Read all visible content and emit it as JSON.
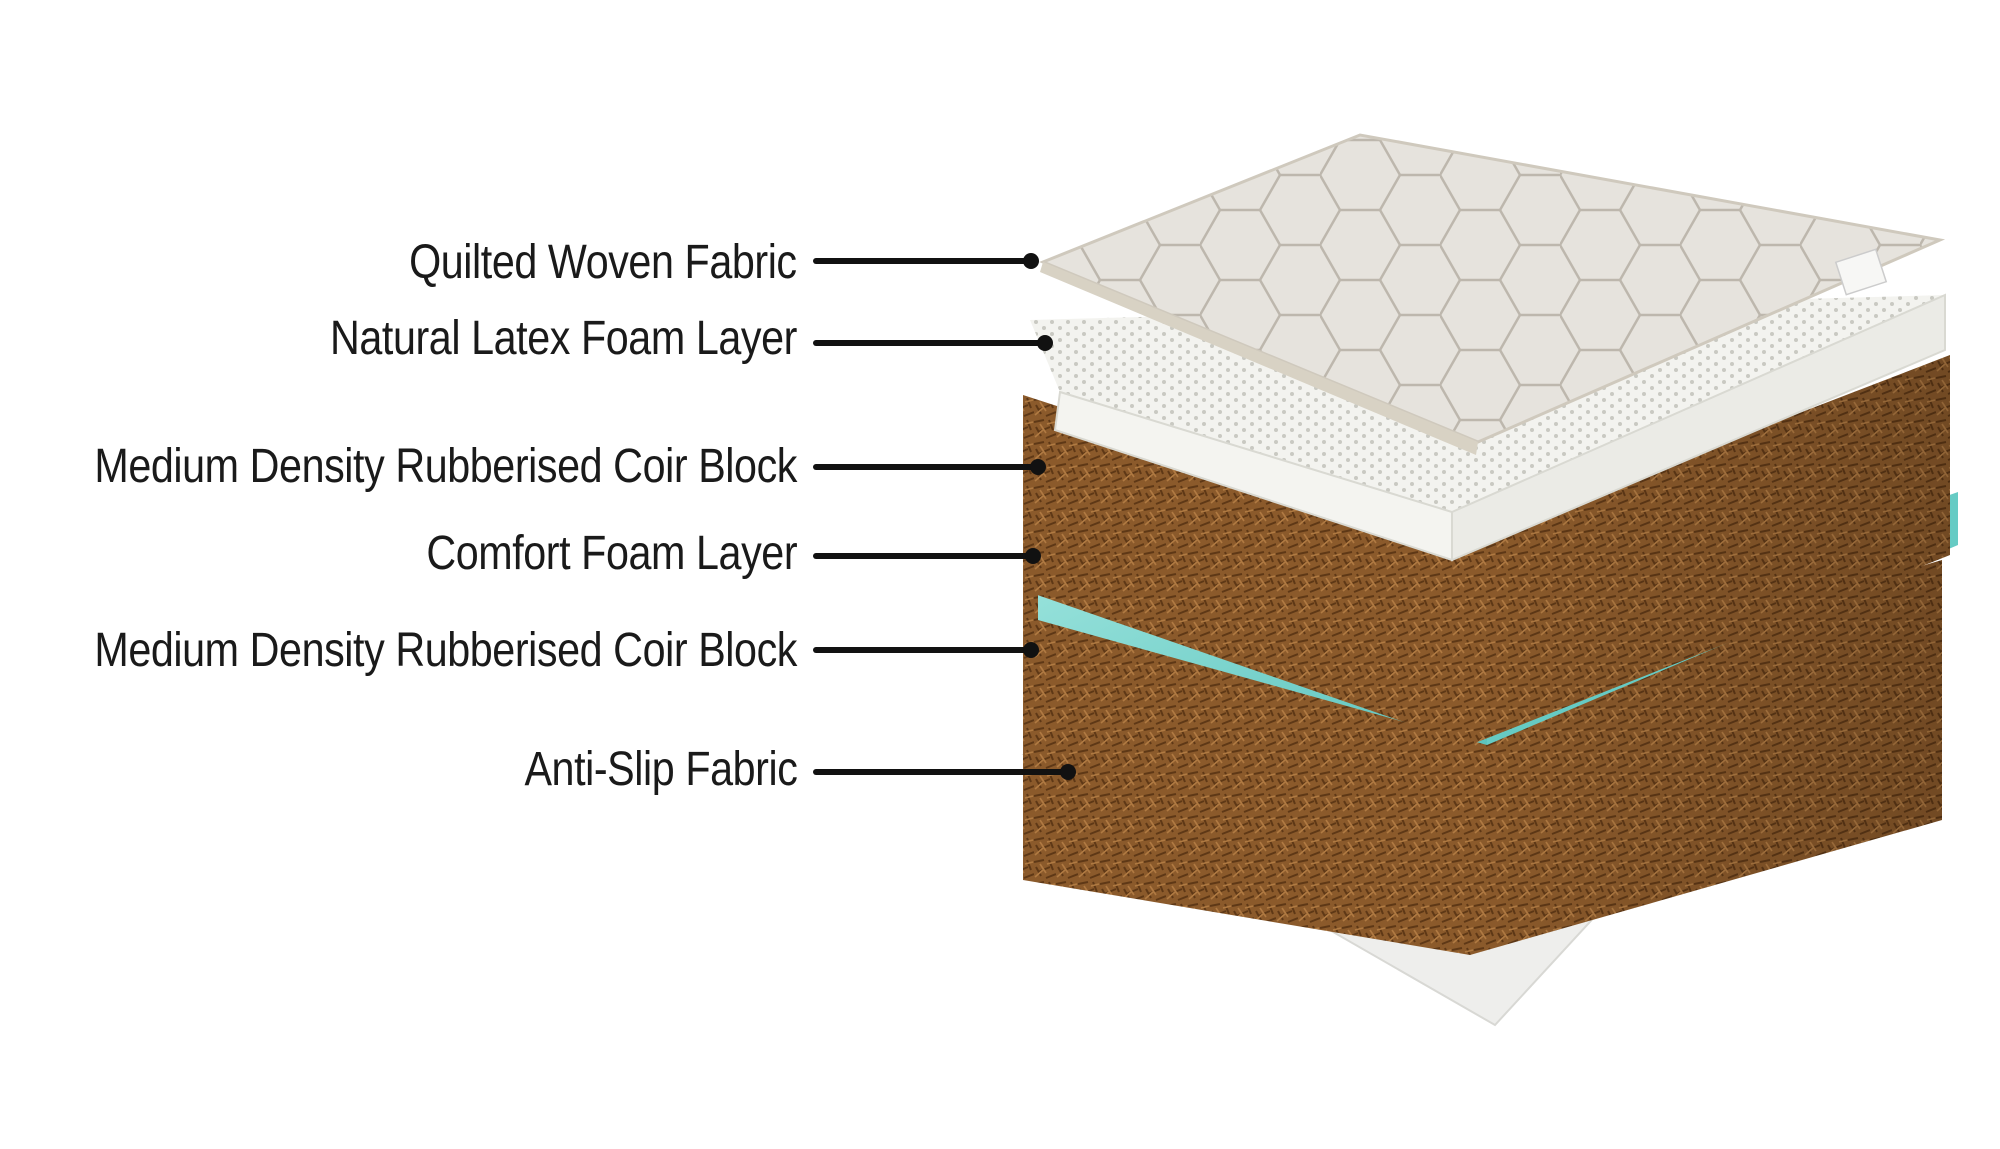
{
  "layers": [
    {
      "label": "Quilted Woven Fabric"
    },
    {
      "label": "Natural Latex Foam Layer"
    },
    {
      "label": "Medium Density Rubberised Coir Block"
    },
    {
      "label": "Comfort Foam Layer"
    },
    {
      "label": "Medium Density Rubberised Coir Block"
    },
    {
      "label": "Anti-Slip Fabric"
    }
  ],
  "colors": {
    "text": "#1a1a1a",
    "leader": "#111111",
    "coir": "#8a5a2b",
    "comfort_foam": "#7fd6d0",
    "latex": "#f4f4f0",
    "quilt": "#e9e6e0",
    "anti_slip": "#eeeeee"
  }
}
